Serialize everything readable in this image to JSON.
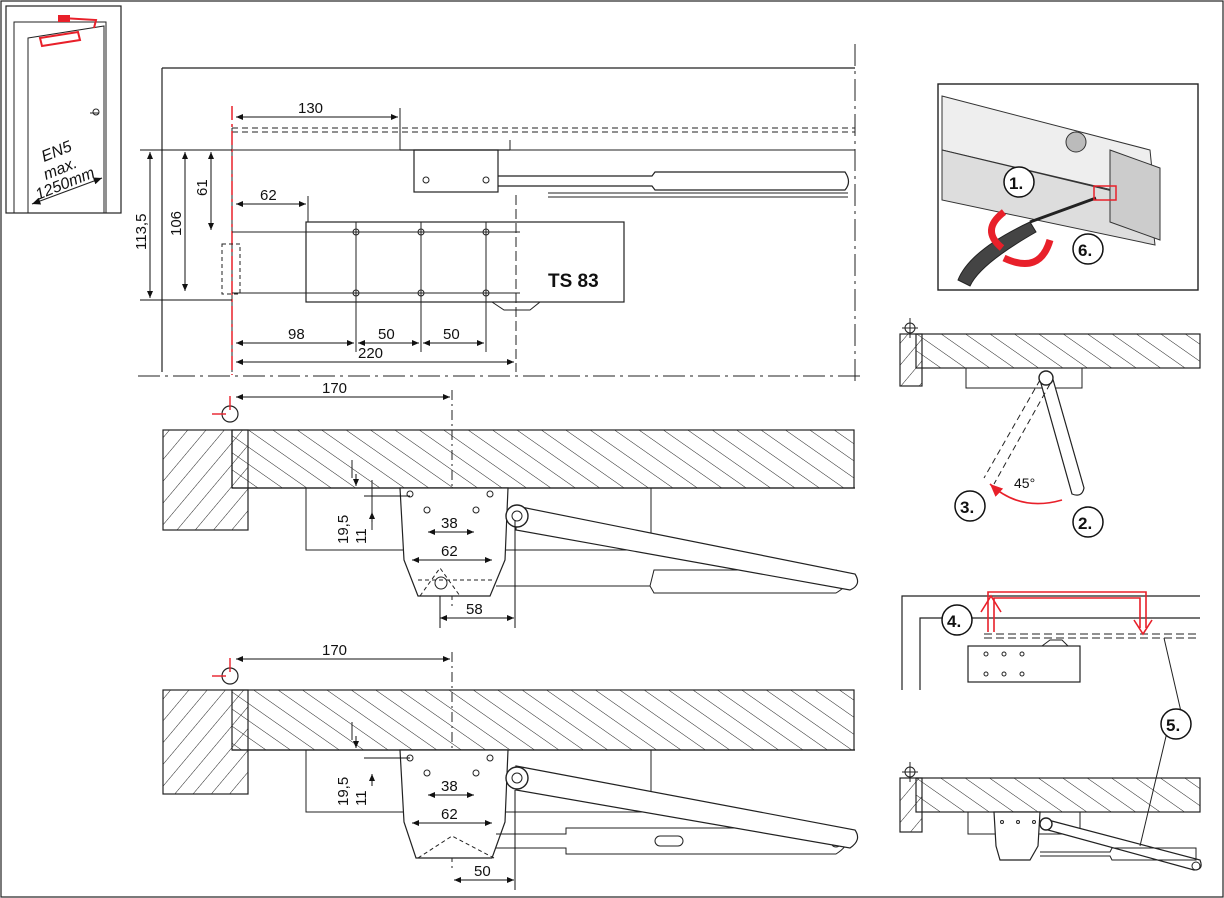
{
  "product": {
    "model": "TS 83"
  },
  "door_icon": {
    "lines": [
      "EN5",
      "max.",
      "1250mm"
    ]
  },
  "top_view": {
    "dims": {
      "d130": "130",
      "d62": "62",
      "d61": "61",
      "d106": "106",
      "d1135": "113,5",
      "d98": "98",
      "d50a": "50",
      "d50b": "50",
      "d220": "220"
    }
  },
  "side_view_1": {
    "dims": {
      "d170": "170",
      "d195": "19,5",
      "d11": "11",
      "d38": "38",
      "d62": "62",
      "d58": "58"
    }
  },
  "side_view_2": {
    "dims": {
      "d170": "170",
      "d195": "19,5",
      "d11": "11",
      "d38": "38",
      "d62": "62",
      "d50": "50"
    }
  },
  "steps": {
    "s1": "1.",
    "s2": "2.",
    "s3": "3.",
    "s4": "4.",
    "s5": "5.",
    "s6": "6."
  },
  "angle": "45°",
  "colors": {
    "accent": "#e8202a",
    "line": "#222222"
  }
}
